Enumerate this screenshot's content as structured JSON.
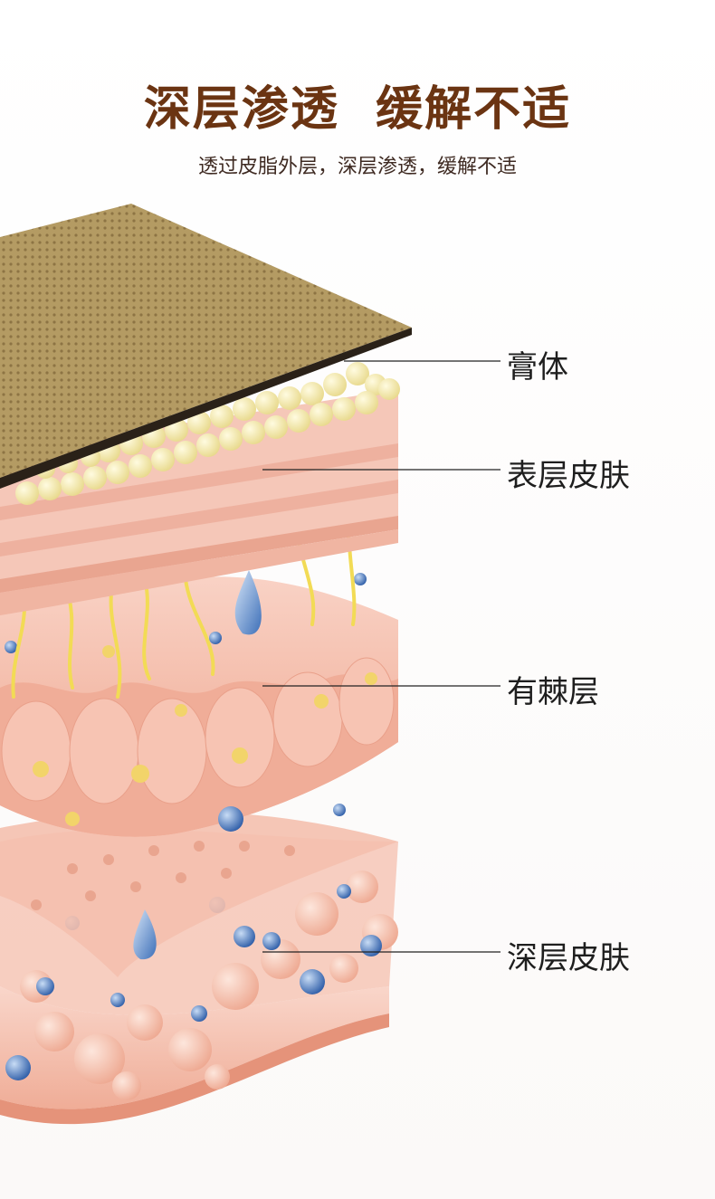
{
  "header": {
    "title": "深层渗透  缓解不适",
    "subtitle": "透过皮脂外层，深层渗透，缓解不适"
  },
  "layers": [
    {
      "label": "膏体"
    },
    {
      "label": "表层皮肤"
    },
    {
      "label": "有棘层"
    },
    {
      "label": "深层皮肤"
    }
  ],
  "colors": {
    "title": "#6b3412",
    "plaster": "#b39a63",
    "skin": "#f3b7a5",
    "bead": "#f1e7a9",
    "drop": "#4f7fc3"
  }
}
